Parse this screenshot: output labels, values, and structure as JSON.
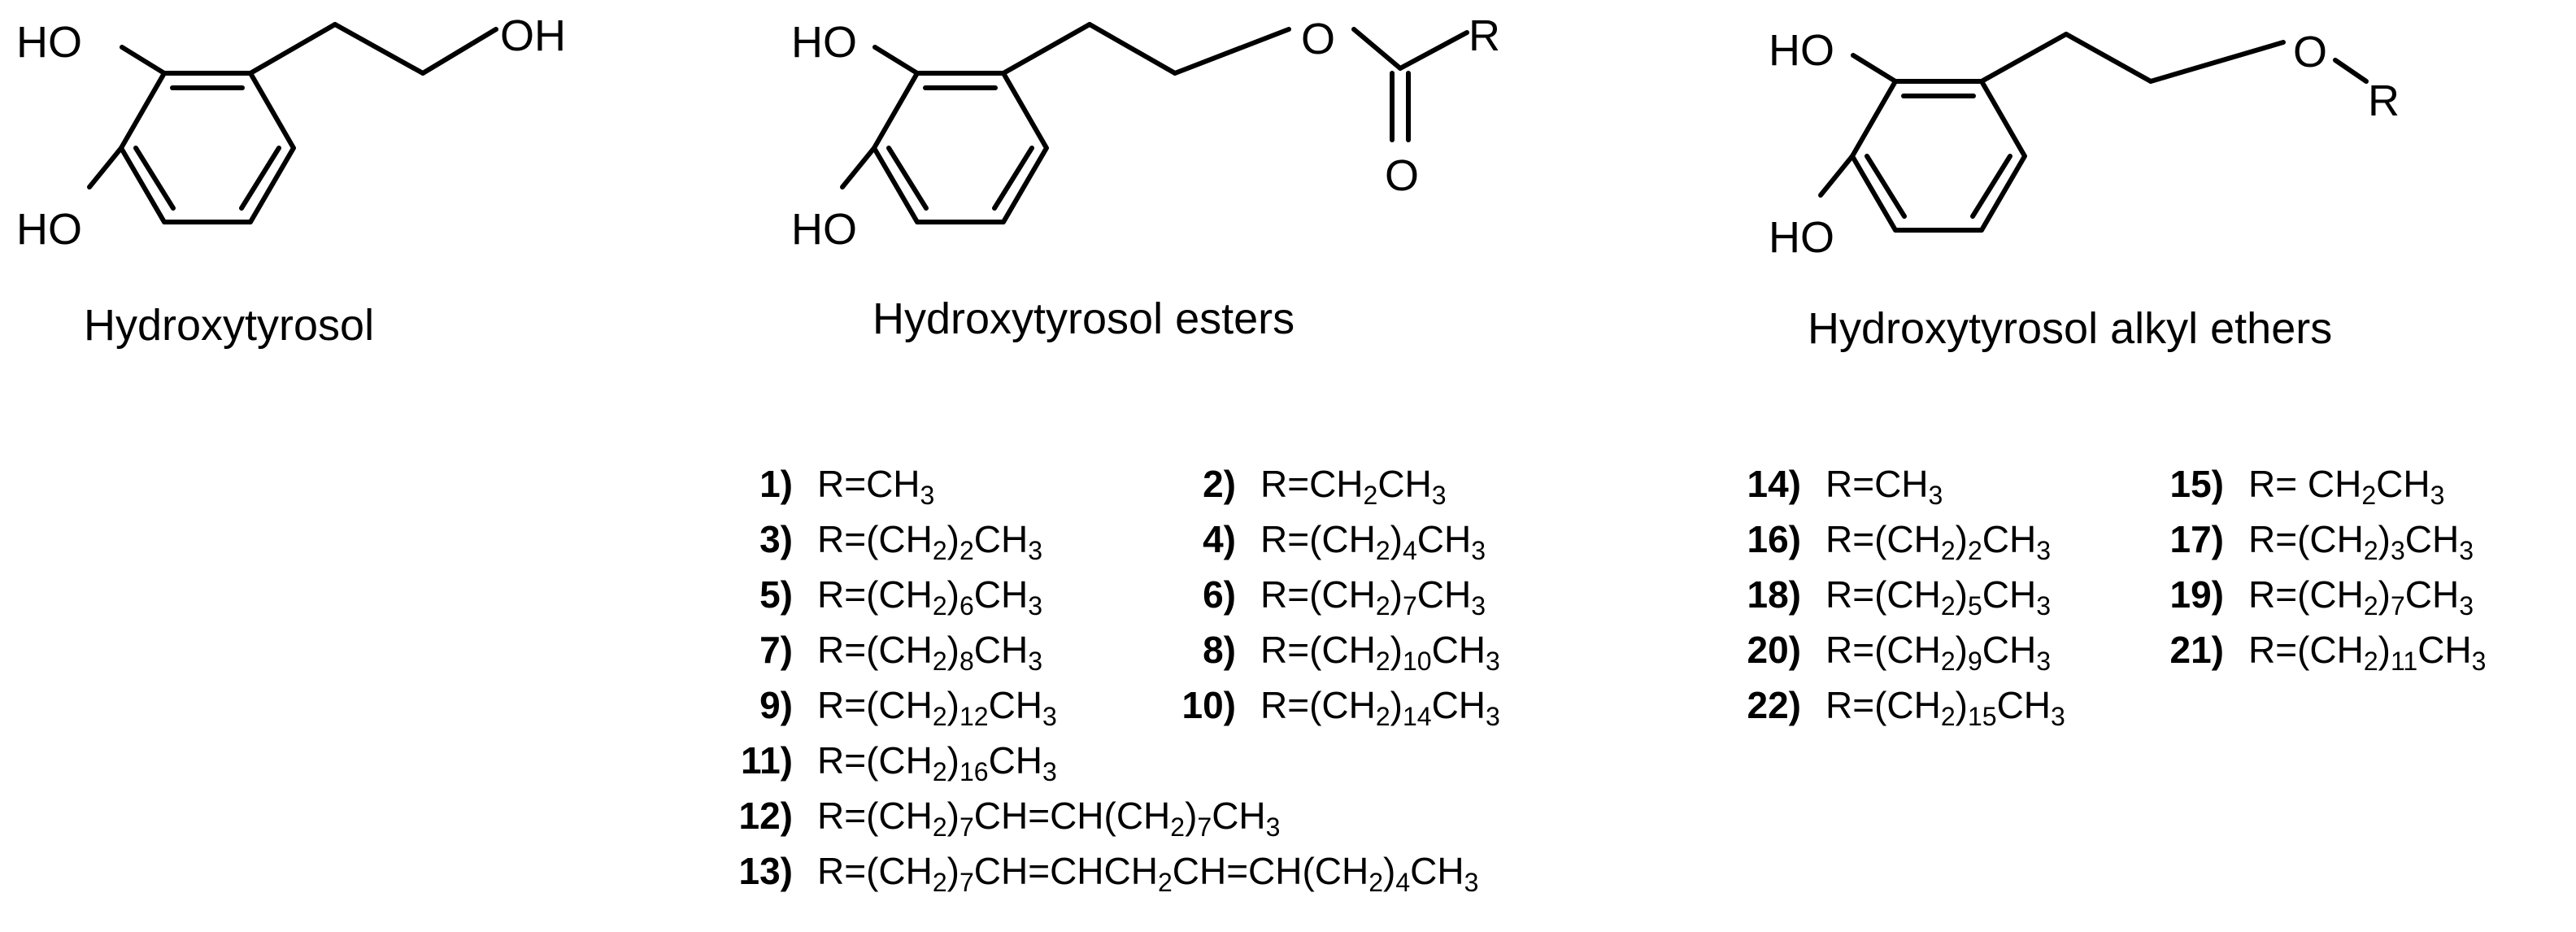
{
  "structures": [
    {
      "id": "hydroxytyrosol",
      "caption": "Hydroxytyrosol",
      "labels": {
        "ho_top": "HO",
        "ho_bottom": "HO",
        "oh_end": "OH"
      }
    },
    {
      "id": "esters",
      "caption": "Hydroxytyrosol esters",
      "labels": {
        "ho_top": "HO",
        "ho_bottom": "HO",
        "o_ester": "O",
        "r_group": "R",
        "o_carbonyl": "O"
      }
    },
    {
      "id": "ethers",
      "caption": "Hydroxytyrosol alkyl ethers",
      "labels": {
        "ho_top": "HO",
        "ho_bottom": "HO",
        "o_ether": "O",
        "r_group": "R"
      }
    }
  ],
  "ester_list": [
    {
      "num": "1)",
      "formula": "R=CH<sub>3</sub>"
    },
    {
      "num": "2)",
      "formula": "R=CH<sub>2</sub>CH<sub>3</sub>"
    },
    {
      "num": "3)",
      "formula": "R=(CH<sub>2</sub>)<sub>2</sub>CH<sub>3</sub>"
    },
    {
      "num": "4)",
      "formula": "R=(CH<sub>2</sub>)<sub>4</sub>CH<sub>3</sub>"
    },
    {
      "num": "5)",
      "formula": "R=(CH<sub>2</sub>)<sub>6</sub>CH<sub>3</sub>"
    },
    {
      "num": "6)",
      "formula": "R=(CH<sub>2</sub>)<sub>7</sub>CH<sub>3</sub>"
    },
    {
      "num": "7)",
      "formula": "R=(CH<sub>2</sub>)<sub>8</sub>CH<sub>3</sub>"
    },
    {
      "num": "8)",
      "formula": "R=(CH<sub>2</sub>)<sub>10</sub>CH<sub>3</sub>"
    },
    {
      "num": "9)",
      "formula": "R=(CH<sub>2</sub>)<sub>12</sub>CH<sub>3</sub>"
    },
    {
      "num": "10)",
      "formula": "R=(CH<sub>2</sub>)<sub>14</sub>CH<sub>3</sub>"
    },
    {
      "num": "11)",
      "formula": "R=(CH<sub>2</sub>)<sub>16</sub>CH<sub>3</sub>"
    },
    {
      "num": "12)",
      "formula": "R=(CH<sub>2</sub>)<sub>7</sub>CH=CH(CH<sub>2</sub>)<sub>7</sub>CH<sub>3</sub>"
    },
    {
      "num": "13)",
      "formula": "R=(CH<sub>2</sub>)<sub>7</sub>CH=CHCH<sub>2</sub>CH=CH(CH<sub>2</sub>)<sub>4</sub>CH<sub>3</sub>"
    }
  ],
  "ether_list": [
    {
      "num": "14)",
      "formula": "R=CH<sub>3</sub>"
    },
    {
      "num": "15)",
      "formula": "R= CH<sub>2</sub>CH<sub>3</sub>"
    },
    {
      "num": "16)",
      "formula": "R=(CH<sub>2</sub>)<sub>2</sub>CH<sub>3</sub>"
    },
    {
      "num": "17)",
      "formula": "R=(CH<sub>2</sub>)<sub>3</sub>CH<sub>3</sub>"
    },
    {
      "num": "18)",
      "formula": "R=(CH<sub>2</sub>)<sub>5</sub>CH<sub>3</sub>"
    },
    {
      "num": "19)",
      "formula": "R=(CH<sub>2</sub>)<sub>7</sub>CH<sub>3</sub>"
    },
    {
      "num": "20)",
      "formula": "R=(CH<sub>2</sub>)<sub>9</sub>CH<sub>3</sub>"
    },
    {
      "num": "21)",
      "formula": "R=(CH<sub>2</sub>)<sub>11</sub>CH<sub>3</sub>"
    },
    {
      "num": "22)",
      "formula": "R=(CH<sub>2</sub>)<sub>15</sub>CH<sub>3</sub>"
    }
  ]
}
